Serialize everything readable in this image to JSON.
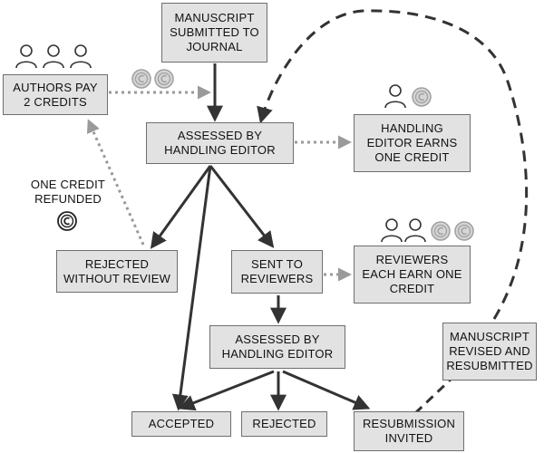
{
  "nodes": {
    "submitted": "MANUSCRIPT\nSUBMITTED TO\nJOURNAL",
    "authors_pay": "AUTHORS PAY\n2 CREDITS",
    "assessed_1": "ASSESSED BY\nHANDLING EDITOR",
    "editor_earns": "HANDLING\nEDITOR EARNS\nONE CREDIT",
    "refund_label": "ONE CREDIT\nREFUNDED",
    "rejected_without_review": "REJECTED\nWITHOUT REVIEW",
    "sent_to_reviewers": "SENT TO\nREVIEWERS",
    "reviewers_earn": "REVIEWERS\nEACH EARN ONE\nCREDIT",
    "assessed_2": "ASSESSED BY\nHANDLING EDITOR",
    "revised": "MANUSCRIPT\nREVISED AND\nRESUBMITTED",
    "accepted": "ACCEPTED",
    "rejected": "REJECTED",
    "resubmission": "RESUBMISSION\nINVITED"
  },
  "colors": {
    "box_fill": "#e2e2e2",
    "box_border": "#6e6e6e",
    "arrow": "#333333",
    "dotted_arrow": "#9a9a9a"
  },
  "icons": {
    "authors": "person-icon",
    "credit": "credit-coin-icon"
  }
}
